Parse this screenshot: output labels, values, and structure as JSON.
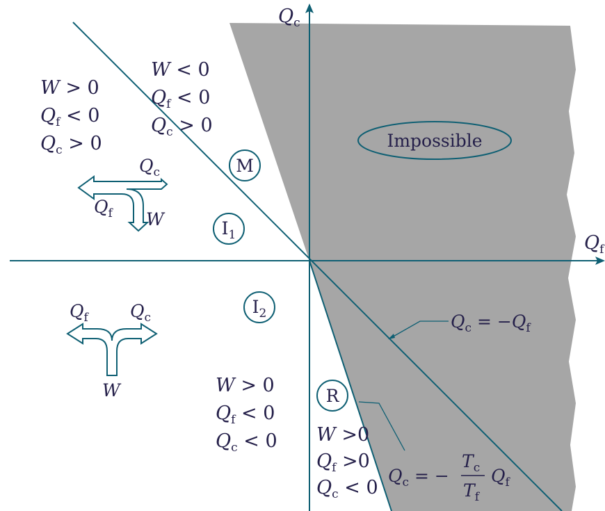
{
  "axes": {
    "x_label": "Q",
    "x_sub": "f",
    "y_label": "Q",
    "y_sub": "c"
  },
  "regions": {
    "impossible": "Impossible",
    "labels": {
      "M": "M",
      "I1": "I",
      "I1_sub": "1",
      "I2": "I",
      "I2_sub": "2",
      "R": "R"
    }
  },
  "upper_left_conditions": [
    {
      "sym": "W",
      "sub": "",
      "rel": "> 0"
    },
    {
      "sym": "Q",
      "sub": "f",
      "rel": "< 0"
    },
    {
      "sym": "Q",
      "sub": "c",
      "rel": "> 0"
    }
  ],
  "m_conditions": [
    {
      "sym": "W",
      "sub": "",
      "rel": "< 0"
    },
    {
      "sym": "Q",
      "sub": "f",
      "rel": "< 0"
    },
    {
      "sym": "Q",
      "sub": "c",
      "rel": "> 0"
    }
  ],
  "lower_conditions": [
    {
      "sym": "W",
      "sub": "",
      "rel": "> 0"
    },
    {
      "sym": "Q",
      "sub": "f",
      "rel": "< 0"
    },
    {
      "sym": "Q",
      "sub": "c",
      "rel": "< 0"
    }
  ],
  "r_conditions": [
    {
      "sym": "W",
      "sub": "",
      "rel": ">0"
    },
    {
      "sym": "Q",
      "sub": "f",
      "rel": ">0"
    },
    {
      "sym": "Q",
      "sub": "c",
      "rel": "< 0"
    }
  ],
  "flow_upper": {
    "qc": "Q",
    "qc_sub": "c",
    "qf": "Q",
    "qf_sub": "f",
    "w": "W"
  },
  "flow_lower": {
    "qf": "Q",
    "qf_sub": "f",
    "qc": "Q",
    "qc_sub": "c",
    "w": "W"
  },
  "line_labels": {
    "eq1": {
      "lhs": "Q",
      "lhs_sub": "c",
      "op": " = −",
      "rhs": "Q",
      "rhs_sub": "f"
    },
    "eq2": {
      "lhs": "Q",
      "lhs_sub": "c",
      "op": " = −",
      "num": "T",
      "num_sub": "c",
      "den": "T",
      "den_sub": "f",
      "rhs": "Q",
      "rhs_sub": "f"
    }
  },
  "colors": {
    "line": "#0e5f73",
    "shade": "#a6a6a6",
    "text": "#25204a",
    "background": "#ffffff"
  }
}
